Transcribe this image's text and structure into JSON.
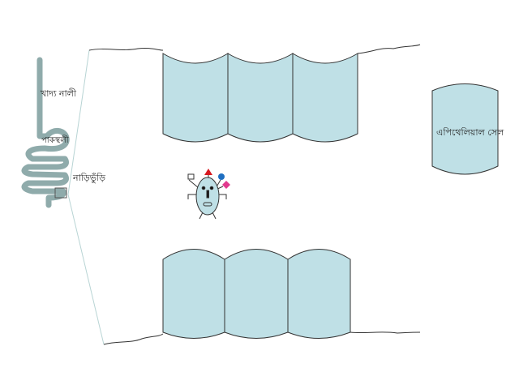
{
  "labels": {
    "esophagus": "খাদ্য নালী",
    "stomach": "পাকস্থলী",
    "intestine": "নাড়িভুঁড়ি",
    "epithelial_cell": "এপিথেলিয়াল সেল"
  },
  "colors": {
    "cell_fill": "#bfe0e6",
    "gut": "#8fabab",
    "outline": "#333333"
  }
}
